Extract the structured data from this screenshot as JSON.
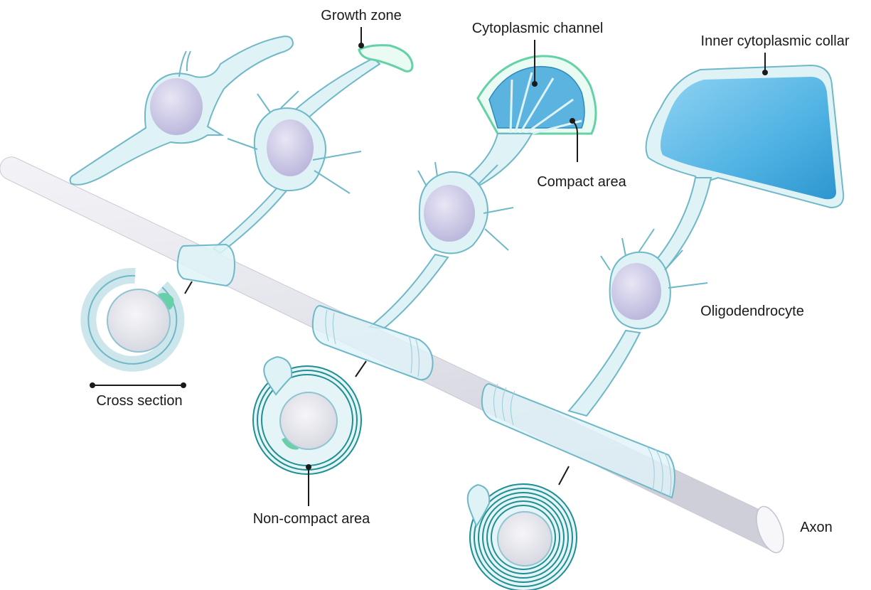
{
  "labels": {
    "growth_zone": "Growth zone",
    "cytoplasmic_channel": "Cytoplasmic channel",
    "inner_cytoplasmic_collar": "Inner cytoplasmic collar",
    "compact_area": "Compact area",
    "oligodendrocyte": "Oligodendrocyte",
    "cross_section": "Cross section",
    "non_compact_area": "Non-compact area",
    "axon": "Axon"
  },
  "colors": {
    "cytoplasm_fill": "#dff3f7",
    "cytoplasm_stroke": "#6fb8c8",
    "nucleus": "#c7c4e2",
    "axon": "#e6e6ee",
    "growth_zone": "#66d1a6",
    "compact_myelin": "#5bb3e0",
    "myelin_ring": "#1f8f93"
  }
}
